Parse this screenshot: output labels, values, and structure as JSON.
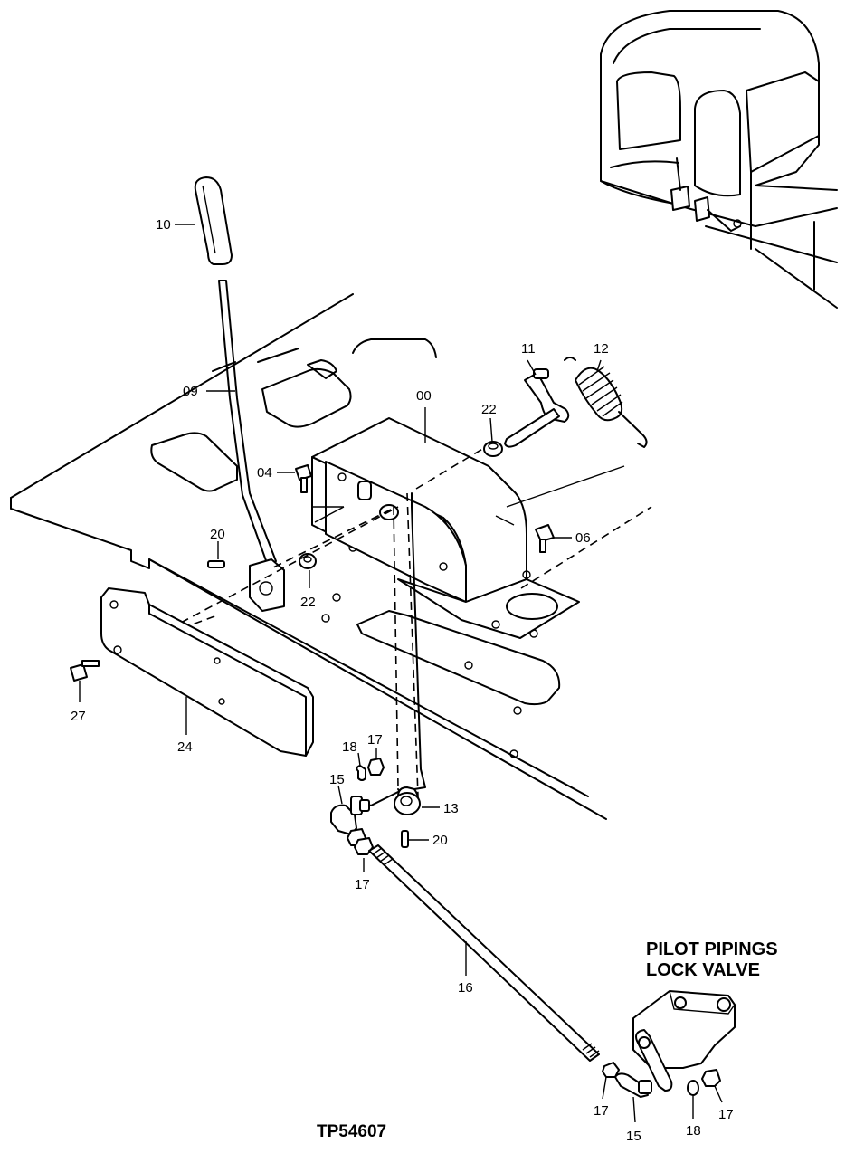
{
  "callouts": {
    "c10": "10",
    "c09": "09",
    "c00": "00",
    "c11": "11",
    "c12": "12",
    "c22a": "22",
    "c22b": "22",
    "c04": "04",
    "c06": "06",
    "c20a": "20",
    "c20b": "20",
    "c27": "27",
    "c24": "24",
    "c18a": "18",
    "c17a": "17",
    "c15a": "15",
    "c13": "13",
    "c17b": "17",
    "c16": "16",
    "c17c": "17",
    "c15b": "15",
    "c18b": "18",
    "c17d": "17"
  },
  "inset": {
    "line1": "PILOT PIPINGS",
    "line2": "LOCK VALVE"
  },
  "drawing_code": "TP54607"
}
